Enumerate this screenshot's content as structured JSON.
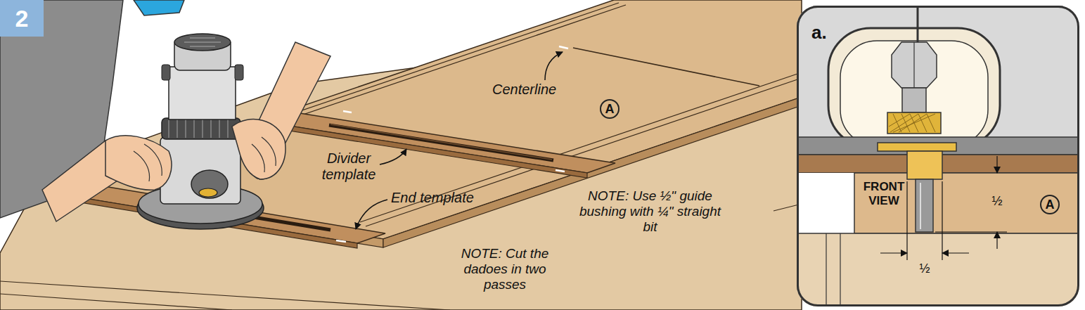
{
  "diagram": {
    "nodes": [
      {
        "text": [
          "2"
        ]
      },
      {
        "text": [
          "A"
        ]
      },
      {
        "text": [
          "a."
        ]
      },
      {
        "text": [
          "A"
        ],
        "in": 2
      }
    ],
    "labels": [
      "Centerline",
      "Divider template",
      "End template",
      "NOTE: Use ½\" guide bushing with ¼\" straight bit",
      "NOTE: Cut the dadoes in two passes",
      "FRONT VIEW",
      "½",
      "½"
    ]
  }
}
